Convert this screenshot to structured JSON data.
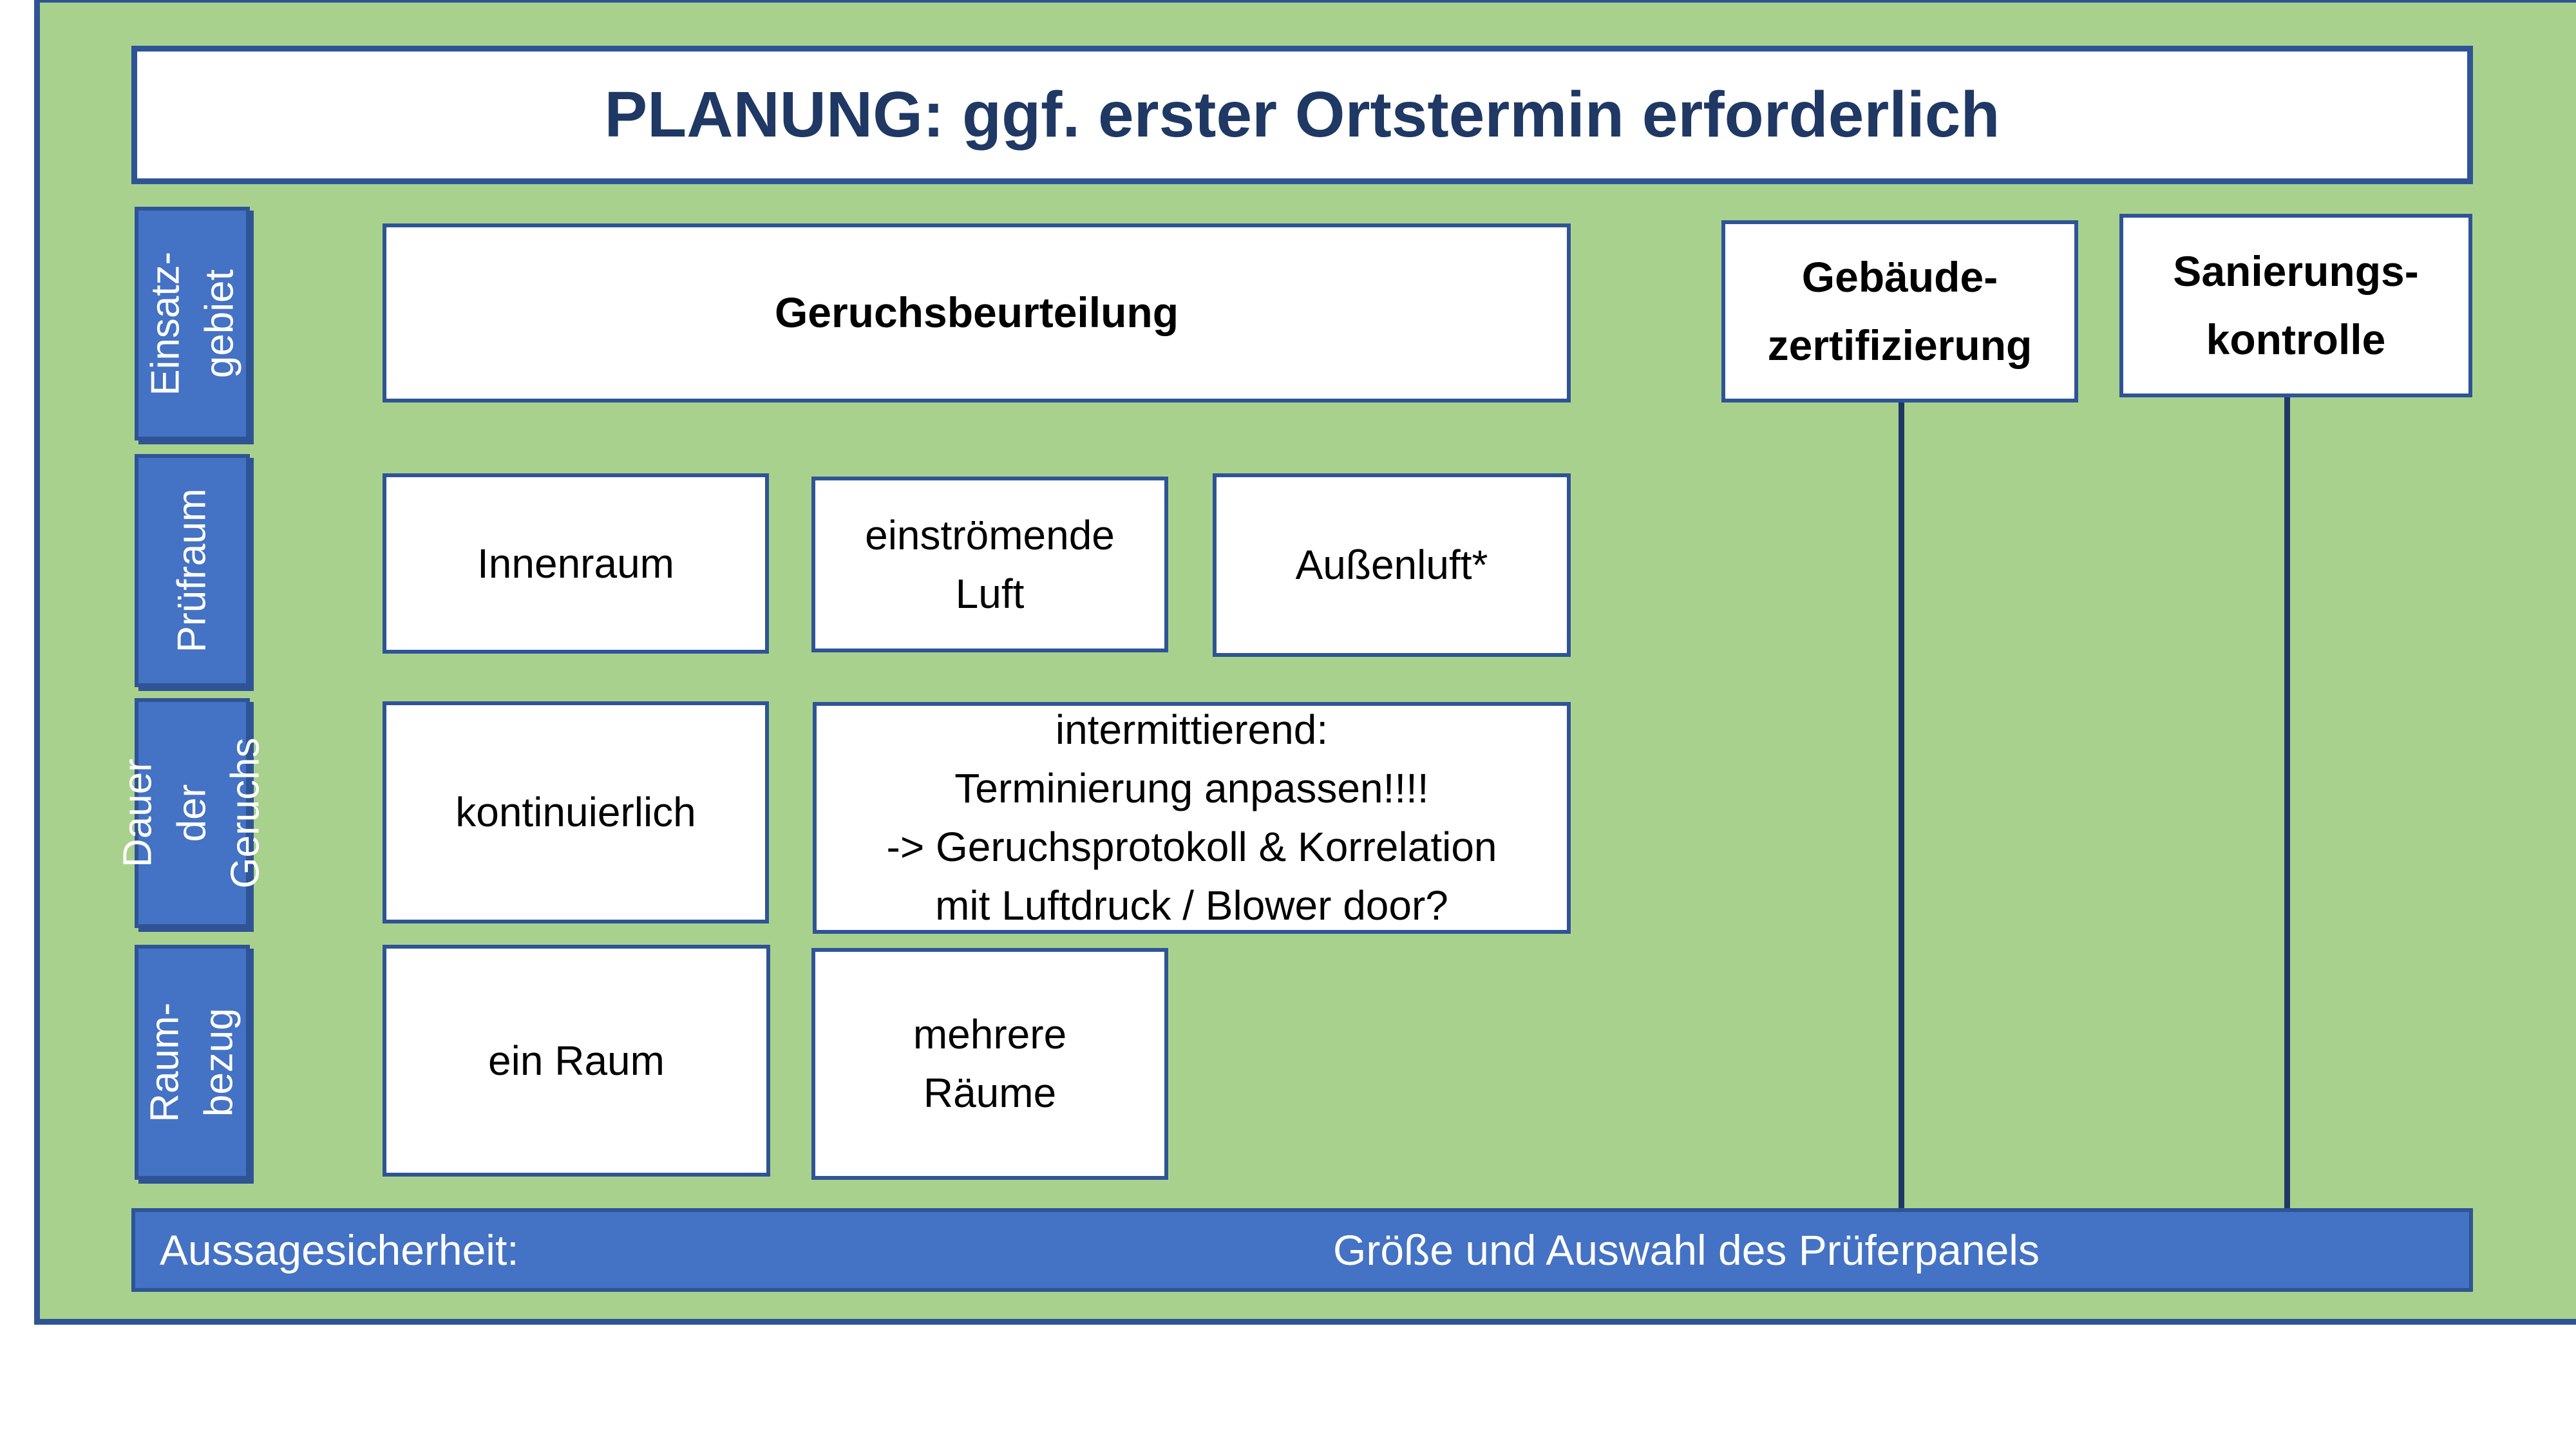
{
  "title": "PLANUNG: ggf. erster Ortstermin erforderlich",
  "sidebar": {
    "items": [
      {
        "label": "Einsatz-\ngebiet"
      },
      {
        "label": "Prüfraum"
      },
      {
        "label": "Dauer der\nGeruchs"
      },
      {
        "label": "Raum-\nbezug"
      }
    ]
  },
  "boxes": {
    "geruchsbeurteilung": "Geruchsbeurteilung",
    "gebaeude_zertifizierung": "Gebäude-\nzertifizierung",
    "sanierungs_kontrolle": "Sanierungs-\nkontrolle",
    "innenraum": "Innenraum",
    "einstroemende_luft": "einströmende\nLuft",
    "aussenluft": "Außenluft*",
    "kontinuierlich": "kontinuierlich",
    "intermittierend": "intermittierend:\nTerminierung anpassen!!!!\n-> Geruchsprotokoll & Korrelation\nmit Luftdruck / Blower door?",
    "ein_raum": "ein Raum",
    "mehrere_raeume": "mehrere\nRäume"
  },
  "footer": {
    "left_label": "Aussagesicherheit:",
    "right_label": "Größe und Auswahl des Prüferpanels"
  },
  "colors": {
    "background_green": "#A9D18E",
    "box_blue": "#4472C4",
    "border_dark_blue": "#2F5496",
    "navy_text_and_lines": "#1F3864",
    "box_fill_white": "#FFFFFF",
    "body_text_black": "#000000"
  }
}
